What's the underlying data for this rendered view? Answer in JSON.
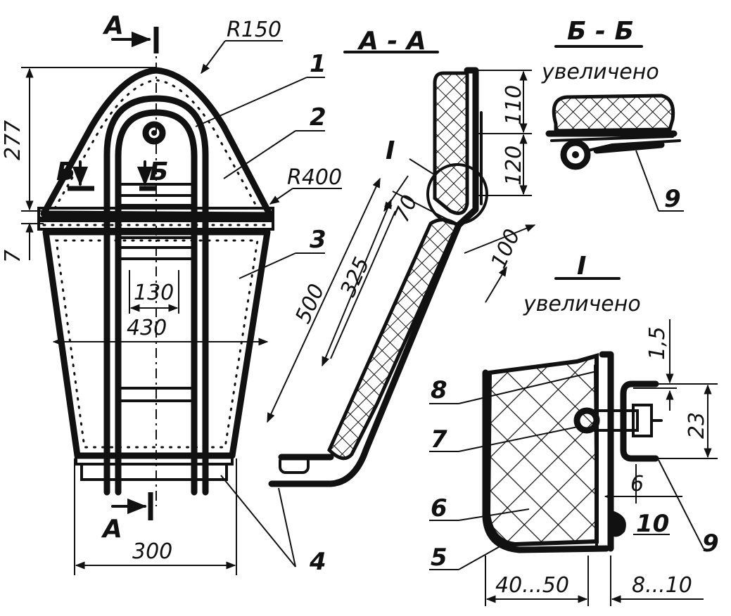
{
  "section_titles": {
    "aa": "А - А",
    "bb": "Б - Б",
    "bb_note": "увеличено",
    "detail_i": "I",
    "detail_i_note": "увеличено"
  },
  "section_marks": {
    "a_top": "А",
    "a_bottom": "А",
    "b_left": "Б",
    "b_right": "Б",
    "i_mark": "I"
  },
  "dimensions": {
    "r150": "R150",
    "r400": "R400",
    "d277": "277",
    "d7": "7",
    "d130": "130",
    "d430": "430",
    "d300": "300",
    "d500": "500",
    "d325": "325",
    "d70": "70",
    "d100": "100",
    "d110": "110",
    "d120": "120",
    "d15": "1,5",
    "d23": "23",
    "d6": "6",
    "d4050": "40...50",
    "d810": "8...10"
  },
  "part_labels": [
    "1",
    "2",
    "3",
    "4",
    "5",
    "6",
    "7",
    "8",
    "9",
    "10"
  ]
}
